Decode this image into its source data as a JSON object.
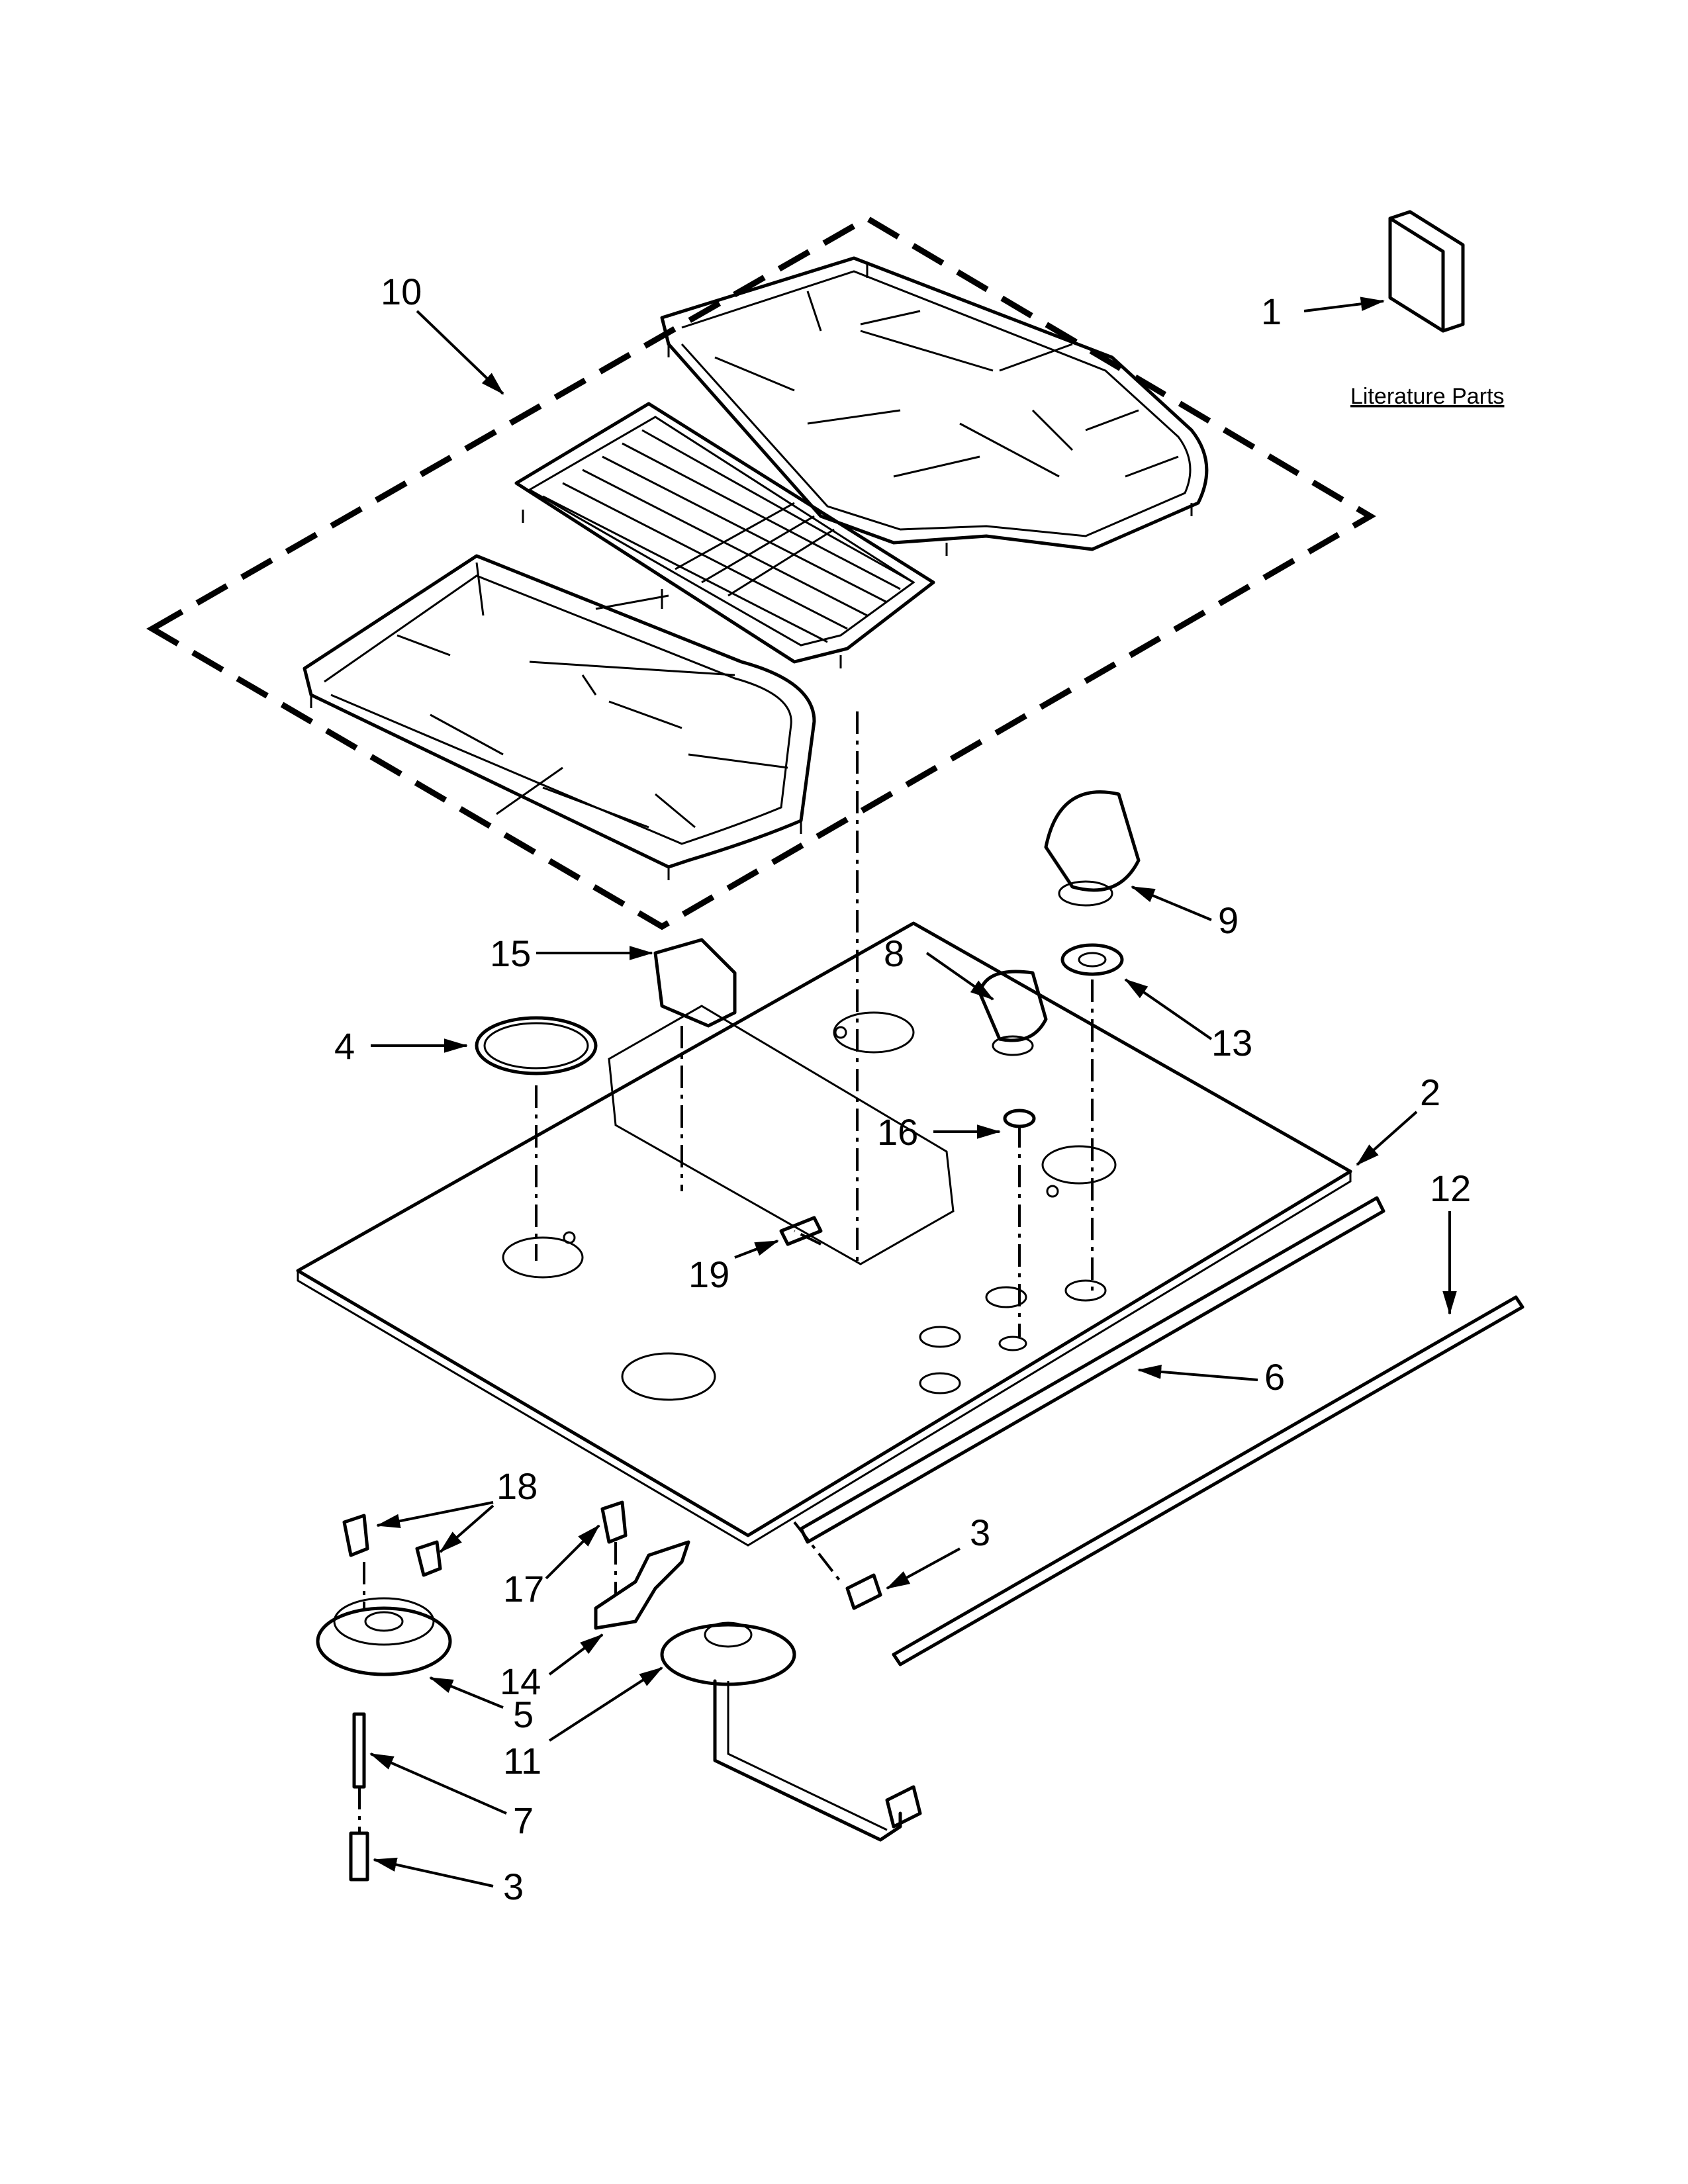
{
  "labels": {
    "p1": "1",
    "p2": "2",
    "p3a": "3",
    "p3b": "3",
    "p4": "4",
    "p5": "5",
    "p6": "6",
    "p7": "7",
    "p8": "8",
    "p9": "9",
    "p10": "10",
    "p11": "11",
    "p12": "12",
    "p13": "13",
    "p14": "14",
    "p15": "15",
    "p16": "16",
    "p17": "17",
    "p18": "18",
    "p19": "19"
  },
  "literature_parts": "Literature Parts"
}
